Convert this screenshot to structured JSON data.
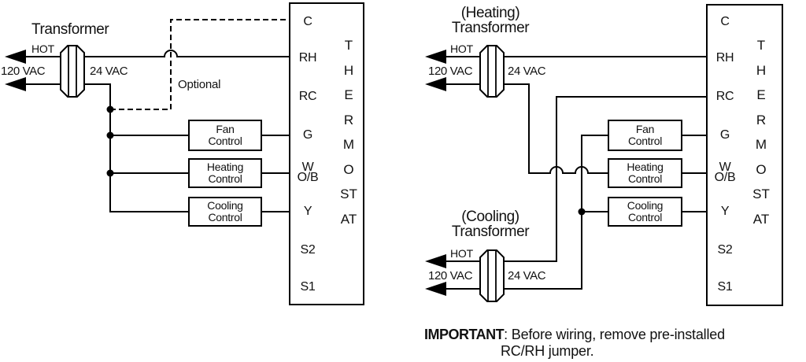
{
  "palette": {
    "background": "#ffffff",
    "line": "#000000",
    "text": "#111111"
  },
  "left_diagram": {
    "transformer": {
      "title": "Transformer",
      "hot": "HOT",
      "primary": "120 VAC",
      "secondary": "24 VAC"
    },
    "optional_label": "Optional",
    "controls": [
      {
        "line1": "Fan",
        "line2": "Control"
      },
      {
        "line1": "Heating",
        "line2": "Control"
      },
      {
        "line1": "Cooling",
        "line2": "Control"
      }
    ],
    "thermostat": {
      "vertical_label": "THERMOSTAT",
      "terminals": {
        "c": "C",
        "rh": "RH",
        "rc": "RC",
        "g": "G",
        "w": "W",
        "ob": "O/B",
        "y": "Y",
        "s2": "S2",
        "s1": "S1"
      }
    }
  },
  "right_diagram": {
    "heating_transformer": {
      "title_line1": "(Heating)",
      "title_line2": "Transformer",
      "hot": "HOT",
      "primary": "120 VAC",
      "secondary": "24 VAC"
    },
    "cooling_transformer": {
      "title_line1": "(Cooling)",
      "title_line2": "Transformer",
      "hot": "HOT",
      "primary": "120 VAC",
      "secondary": "24 VAC"
    },
    "controls": [
      {
        "line1": "Fan",
        "line2": "Control"
      },
      {
        "line1": "Heating",
        "line2": "Control"
      },
      {
        "line1": "Cooling",
        "line2": "Control"
      }
    ],
    "thermostat": {
      "vertical_label": "THERMOSTAT",
      "terminals": {
        "c": "C",
        "rh": "RH",
        "rc": "RC",
        "g": "G",
        "w": "W",
        "ob": "O/B",
        "y": "Y",
        "s2": "S2",
        "s1": "S1"
      }
    }
  },
  "note": {
    "heading": "IMPORTANT",
    "rest": ": Before wiring, remove pre-installed",
    "line2": "RC/RH jumper."
  }
}
